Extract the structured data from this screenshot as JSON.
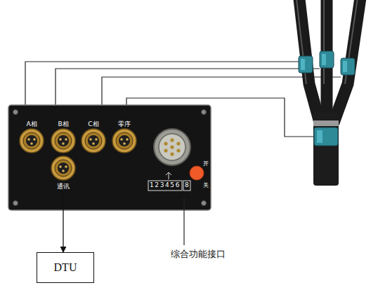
{
  "diagram": {
    "nodes": [
      {
        "text": [
          "123456",
          "8"
        ]
      },
      {
        "text": [
          "A相"
        ],
        "in": 0
      },
      {
        "text": [
          "B相"
        ],
        "in": 0
      },
      {
        "text": [
          "C相"
        ],
        "in": 0
      },
      {
        "text": [
          "零序"
        ],
        "in": 0
      },
      {
        "text": [
          "通讯"
        ],
        "in": 0
      },
      {
        "text": [
          "DTU"
        ]
      }
    ],
    "edges": [
      {
        "from": 5,
        "to": 6,
        "arrow": "to"
      }
    ],
    "labels": [
      "开",
      "关",
      "综合功能接口"
    ]
  }
}
